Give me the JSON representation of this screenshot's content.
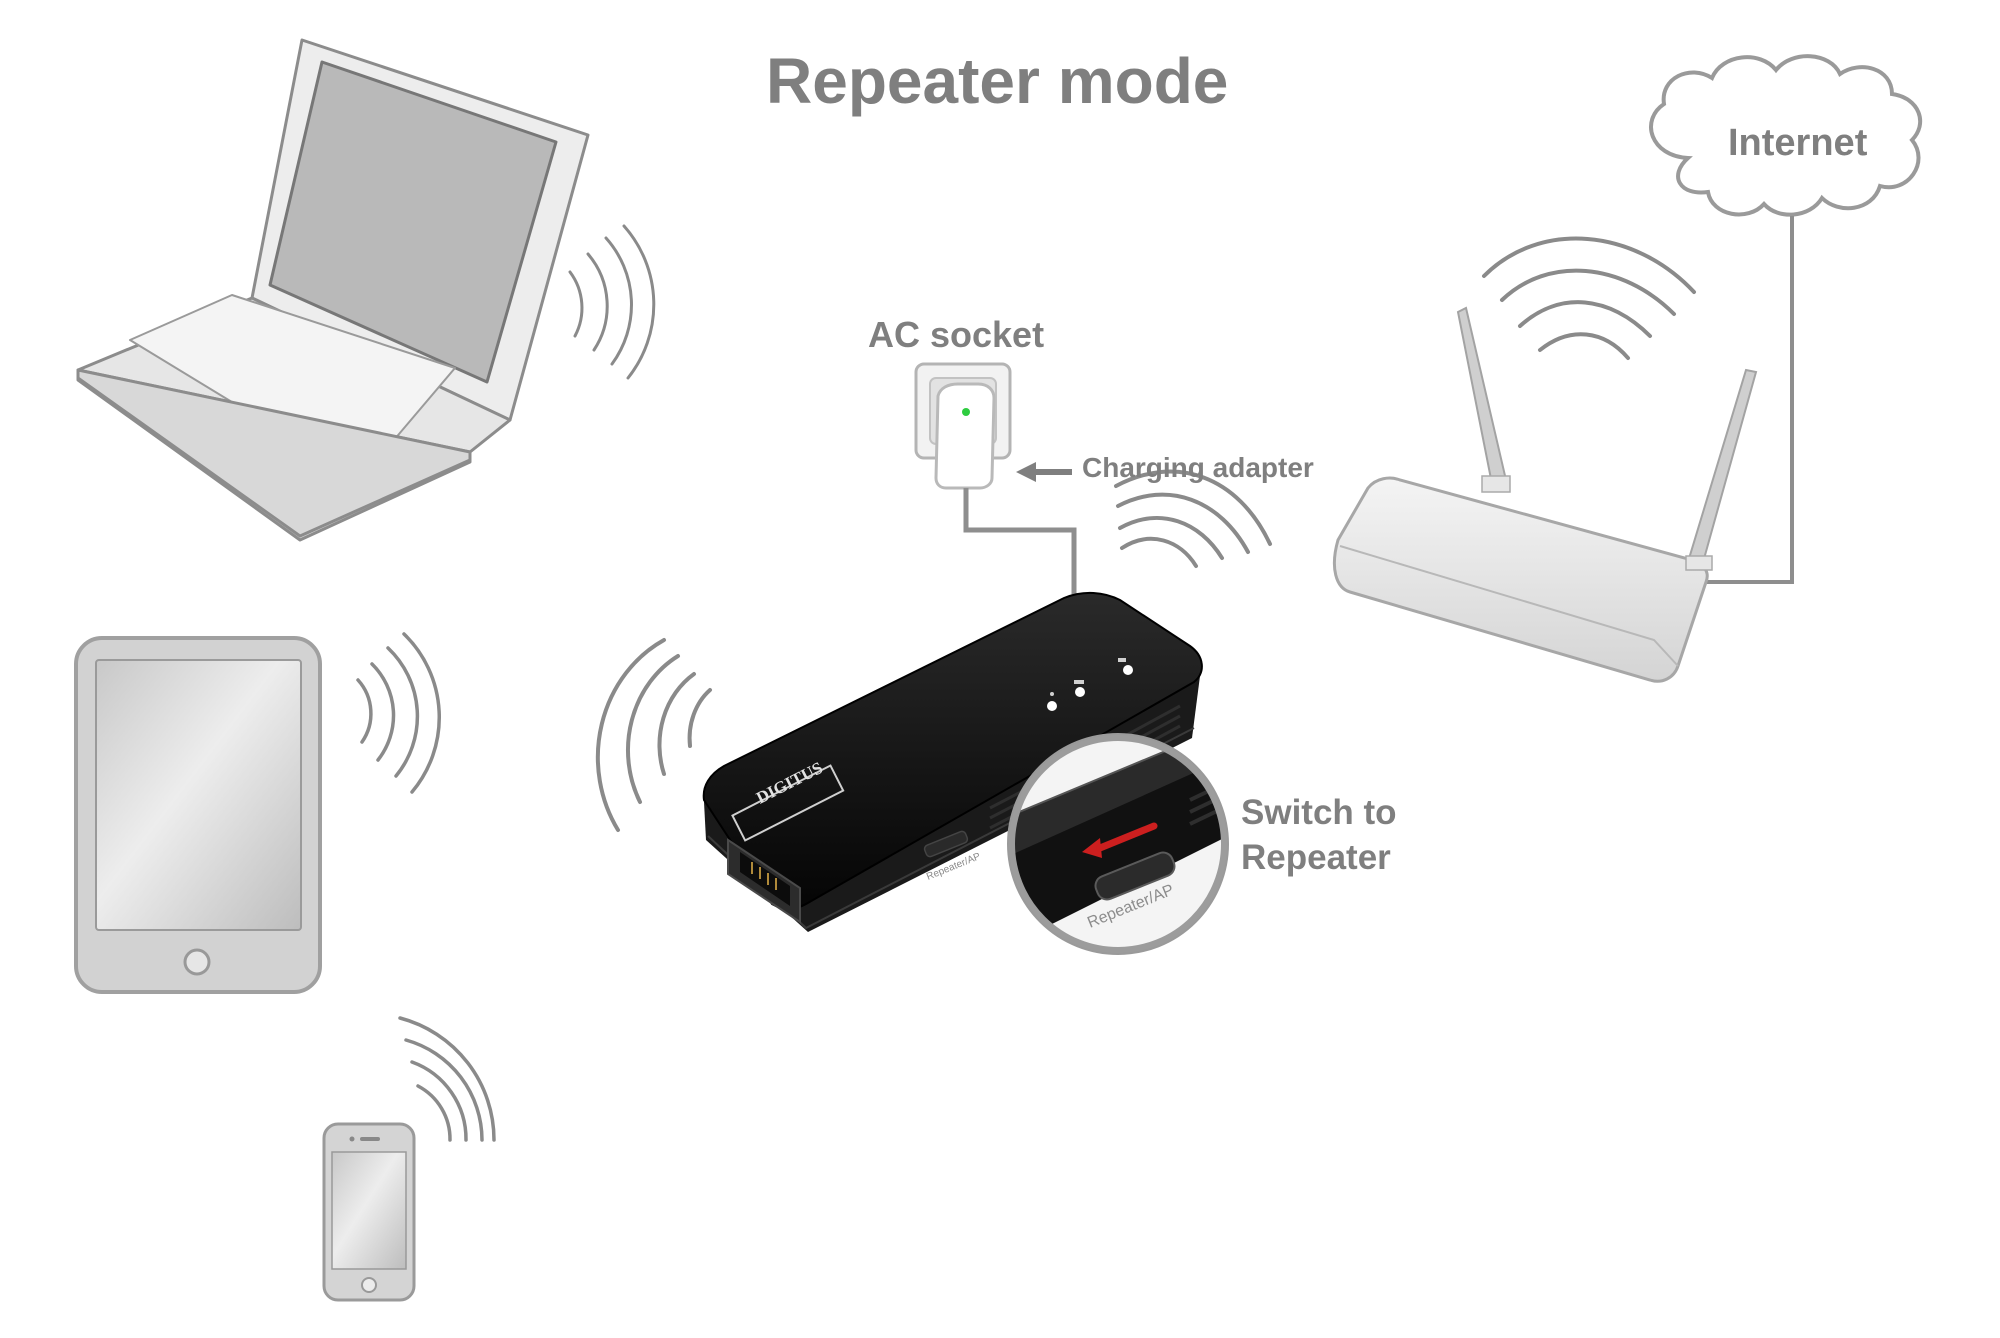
{
  "title": "Repeater mode",
  "cloud": {
    "label": "Internet"
  },
  "socket": {
    "label": "AC socket"
  },
  "adapter": {
    "label": "Charging adapter"
  },
  "switch": {
    "line1": "Switch to",
    "line2": "Repeater"
  },
  "device": {
    "brand": "DIGITUS",
    "switch_label": "Repeater/AP",
    "zoom_switch_label": "Repeater/AP"
  },
  "colors": {
    "text": "#7f7f7f",
    "lines": "#8a8a8a",
    "device_body": "#111111",
    "arrow_red": "#cc1f1f",
    "status_led": "#2ecc40"
  },
  "icons": [
    "laptop-icon",
    "tablet-icon",
    "smartphone-icon",
    "router-icon",
    "cloud-icon",
    "wifi-waves-icon",
    "wall-socket-icon",
    "charging-adapter-icon",
    "repeater-device-icon",
    "magnifier-icon",
    "arrow-left-icon"
  ]
}
